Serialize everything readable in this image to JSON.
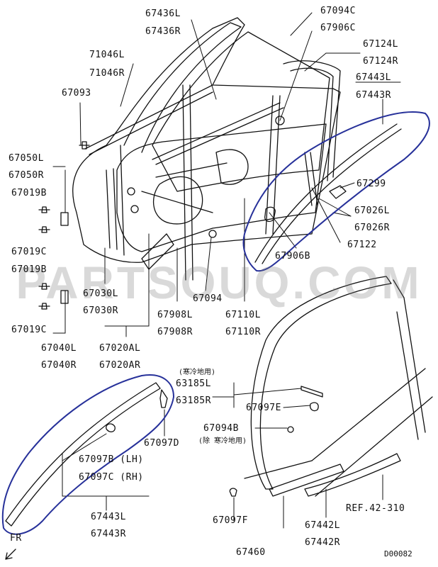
{
  "watermark": "PARTSOUQ.COM",
  "figure_id": "D00082",
  "front_label": "FR",
  "reference": "REF.42-310",
  "notes": {
    "cold_region": "(寒冷地用)",
    "except_cold": "(除 寒冷地用)"
  },
  "parts": {
    "p67436L": "67436L",
    "p67436R": "67436R",
    "p71046L": "71046L",
    "p71046R": "71046R",
    "p67093": "67093",
    "p67094C": "67094C",
    "p67906C": "67906C",
    "p67124L": "67124L",
    "p67124R": "67124R",
    "p67443L_top": "67443L",
    "p67443R_top": "67443R",
    "p67299": "67299",
    "p67026L": "67026L",
    "p67026R": "67026R",
    "p67122": "67122",
    "p67906B": "67906B",
    "p67050L": "67050L",
    "p67050R": "67050R",
    "p67019B_1": "67019B",
    "p67019C_1": "67019C",
    "p67019B_2": "67019B",
    "p67019C_2": "67019C",
    "p67040L": "67040L",
    "p67040R": "67040R",
    "p67030L": "67030L",
    "p67030R": "67030R",
    "p67020AL": "67020AL",
    "p67020AR": "67020AR",
    "p67094": "67094",
    "p67908L": "67908L",
    "p67908R": "67908R",
    "p67110L": "67110L",
    "p67110R": "67110R",
    "p63185L": "63185L",
    "p63185R": "63185R",
    "p67097E": "67097E",
    "p67094B": "67094B",
    "p67097D": "67097D",
    "p67097B": "67097B (LH)",
    "p67097C": "67097C (RH)",
    "p67443L_bot": "67443L",
    "p67443R_bot": "67443R",
    "p67097F": "67097F",
    "p67460": "67460",
    "p67442L": "67442L",
    "p67442R": "67442R"
  }
}
